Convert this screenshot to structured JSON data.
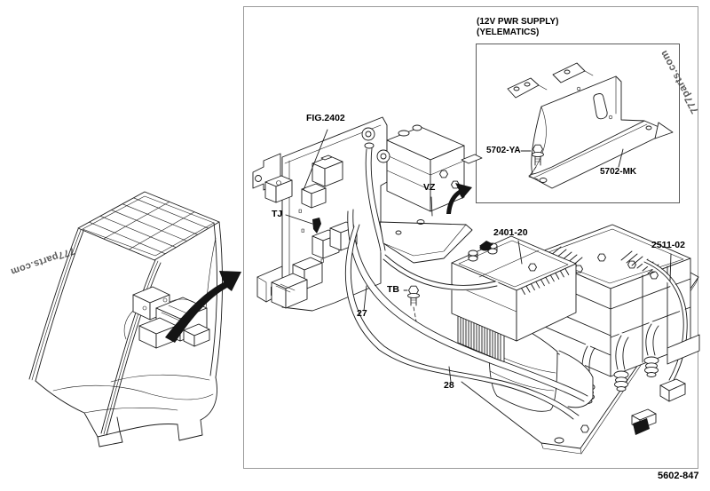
{
  "page": {
    "code": "5602-847",
    "colors": {
      "line": "#1a1a1a",
      "frame": "#9a9a9a",
      "ink": "#000000",
      "watermark": "#4a4a4a",
      "background": "#ffffff"
    }
  },
  "watermarks": {
    "text": "777parts.com"
  },
  "main_view": {
    "labels": {
      "fig_ref": "FIG.2402",
      "tj": "TJ",
      "vz": "VZ",
      "tb": "TB",
      "cable_27": "27",
      "cable_28": "28",
      "battery": "2401-20",
      "base_plate": "2511-02"
    }
  },
  "inset": {
    "title_line1": "(12V PWR SUPPLY)",
    "title_line2": "(YELEMATICS)",
    "bolt": "5702-YA",
    "bracket": "5702-MK"
  },
  "icons": {
    "cab_to_detail": "curved-arrow-right",
    "vz_to_inset": "curved-arrow-up-right",
    "tb_bolt": "hex-flange-bolt",
    "ya_bolt": "hex-flange-bolt"
  }
}
